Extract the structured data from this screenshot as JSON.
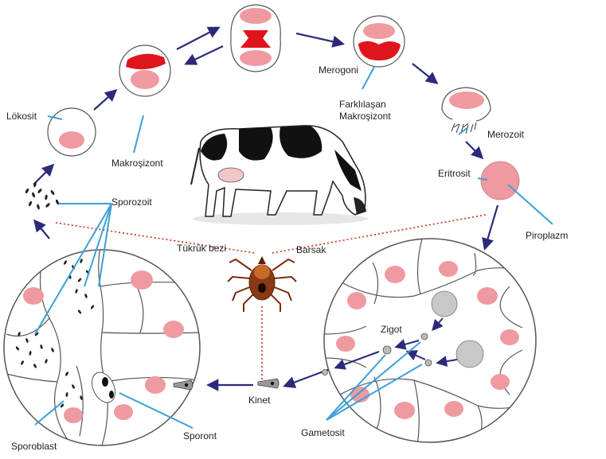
{
  "labels": {
    "lokosit": "Lökosit",
    "makrosizont": "Makroşizont",
    "merogoni": "Merogoni",
    "farklilasan_1": "Farklılaşan",
    "farklilasan_2": "Makroşizont",
    "merozoit": "Merozoit",
    "eritrosit": "Eritrosit",
    "piroplazm": "Piroplazm",
    "sporozoit": "Sporozoit",
    "tukruk_bezi": "Tükrük bezi",
    "barsak": "Barsak",
    "zigot": "Zigot",
    "kinet": "Kinet",
    "gametosit": "Gametosit",
    "sporoblast": "Sporoblast",
    "sporont": "Sporont"
  },
  "colors": {
    "arrow": "#2b2a7a",
    "leader": "#3aa0d8",
    "dotted": "#cc2a1a",
    "nucleus_pink": "#ef9aa0",
    "parasite_red": "#e0141c",
    "gamete_gray": "#c8c8c8",
    "cell_outline": "#555555"
  },
  "icons": [
    "cow-illustration",
    "tick-illustration"
  ]
}
